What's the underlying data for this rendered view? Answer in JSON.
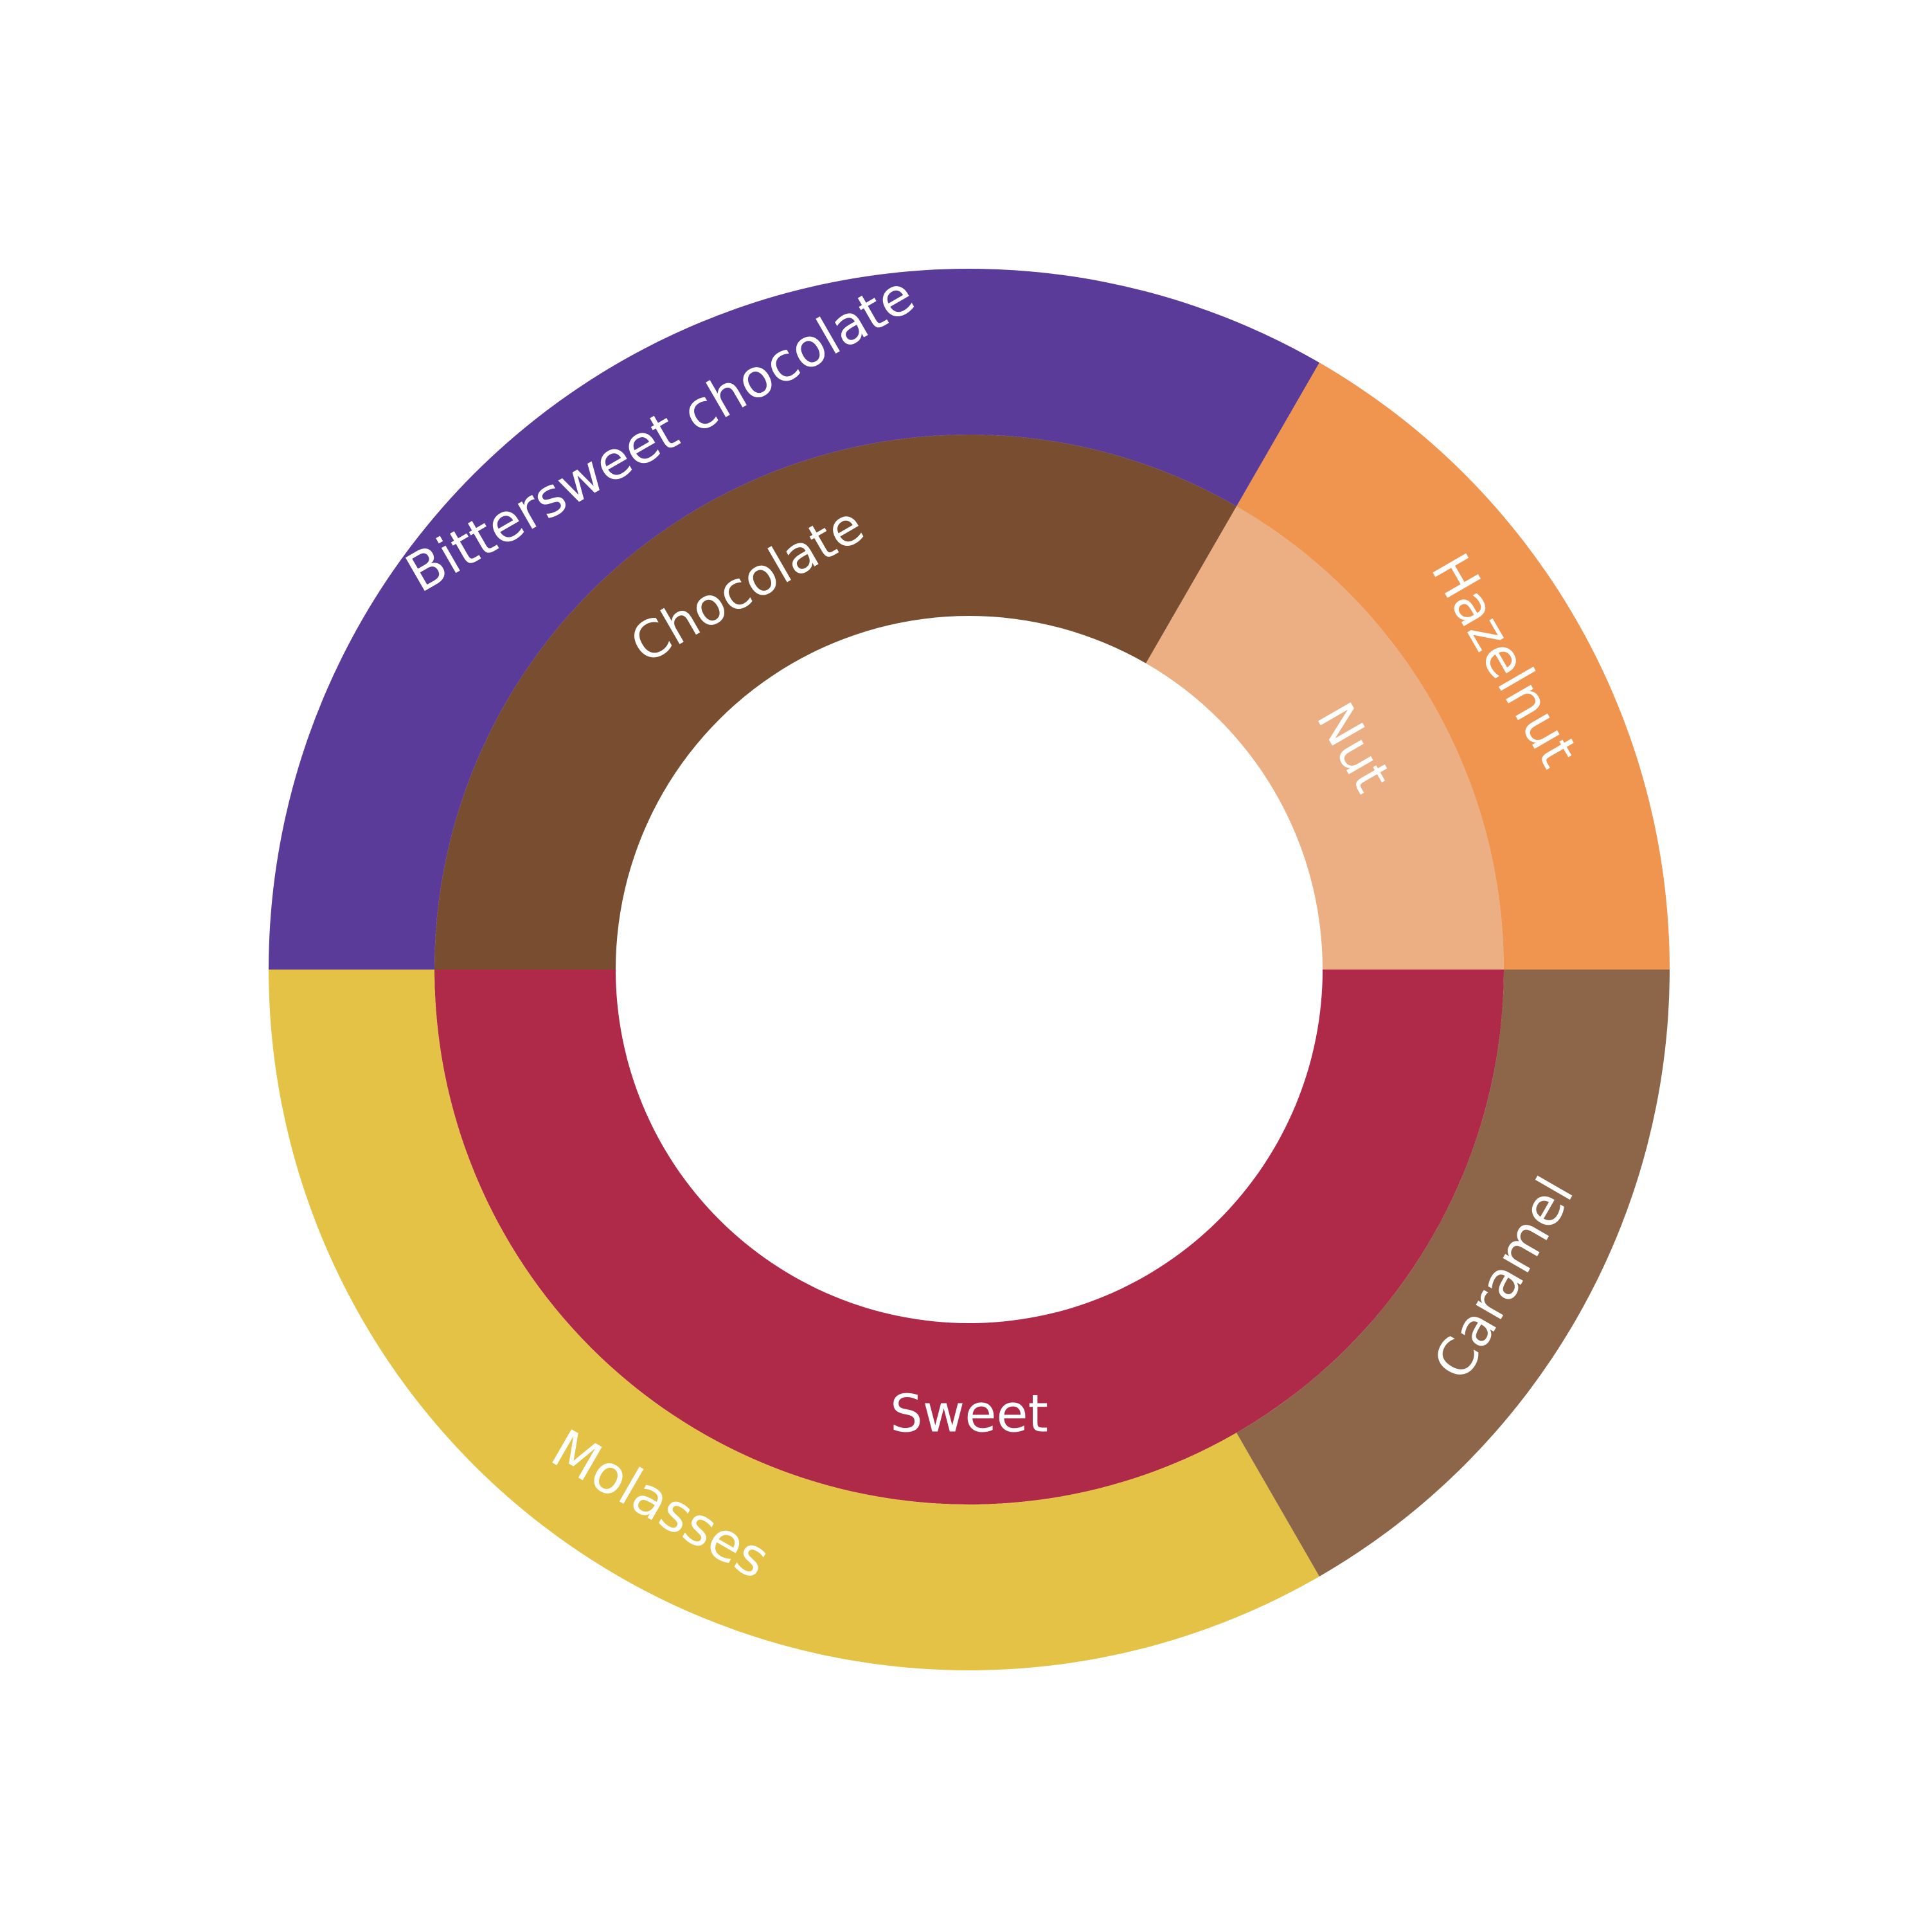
{
  "chart_data": {
    "type": "sunburst",
    "rings": [
      {
        "level": "inner",
        "segments": [
          {
            "label": "Nut",
            "value": 60,
            "color": "#EBAF83"
          },
          {
            "label": "Chocolate",
            "value": 120,
            "color": "#794D30"
          },
          {
            "label": "Sweet",
            "value": 180,
            "color": "#AF2A48"
          }
        ]
      },
      {
        "level": "outer",
        "segments": [
          {
            "label": "Hazelnut",
            "value": 60,
            "parent": "Nut",
            "color": "#EF9550"
          },
          {
            "label": "Bittersweet chocolate",
            "value": 120,
            "parent": "Chocolate",
            "color": "#5A3B99"
          },
          {
            "label": "Molasses",
            "value": 120,
            "parent": "Sweet",
            "color": "#E3C246"
          },
          {
            "label": "Caramel",
            "value": 60,
            "parent": "Sweet",
            "color": "#8D6649"
          }
        ]
      }
    ],
    "label_color": "#FFFFFF",
    "background": "#FFFFFF"
  }
}
